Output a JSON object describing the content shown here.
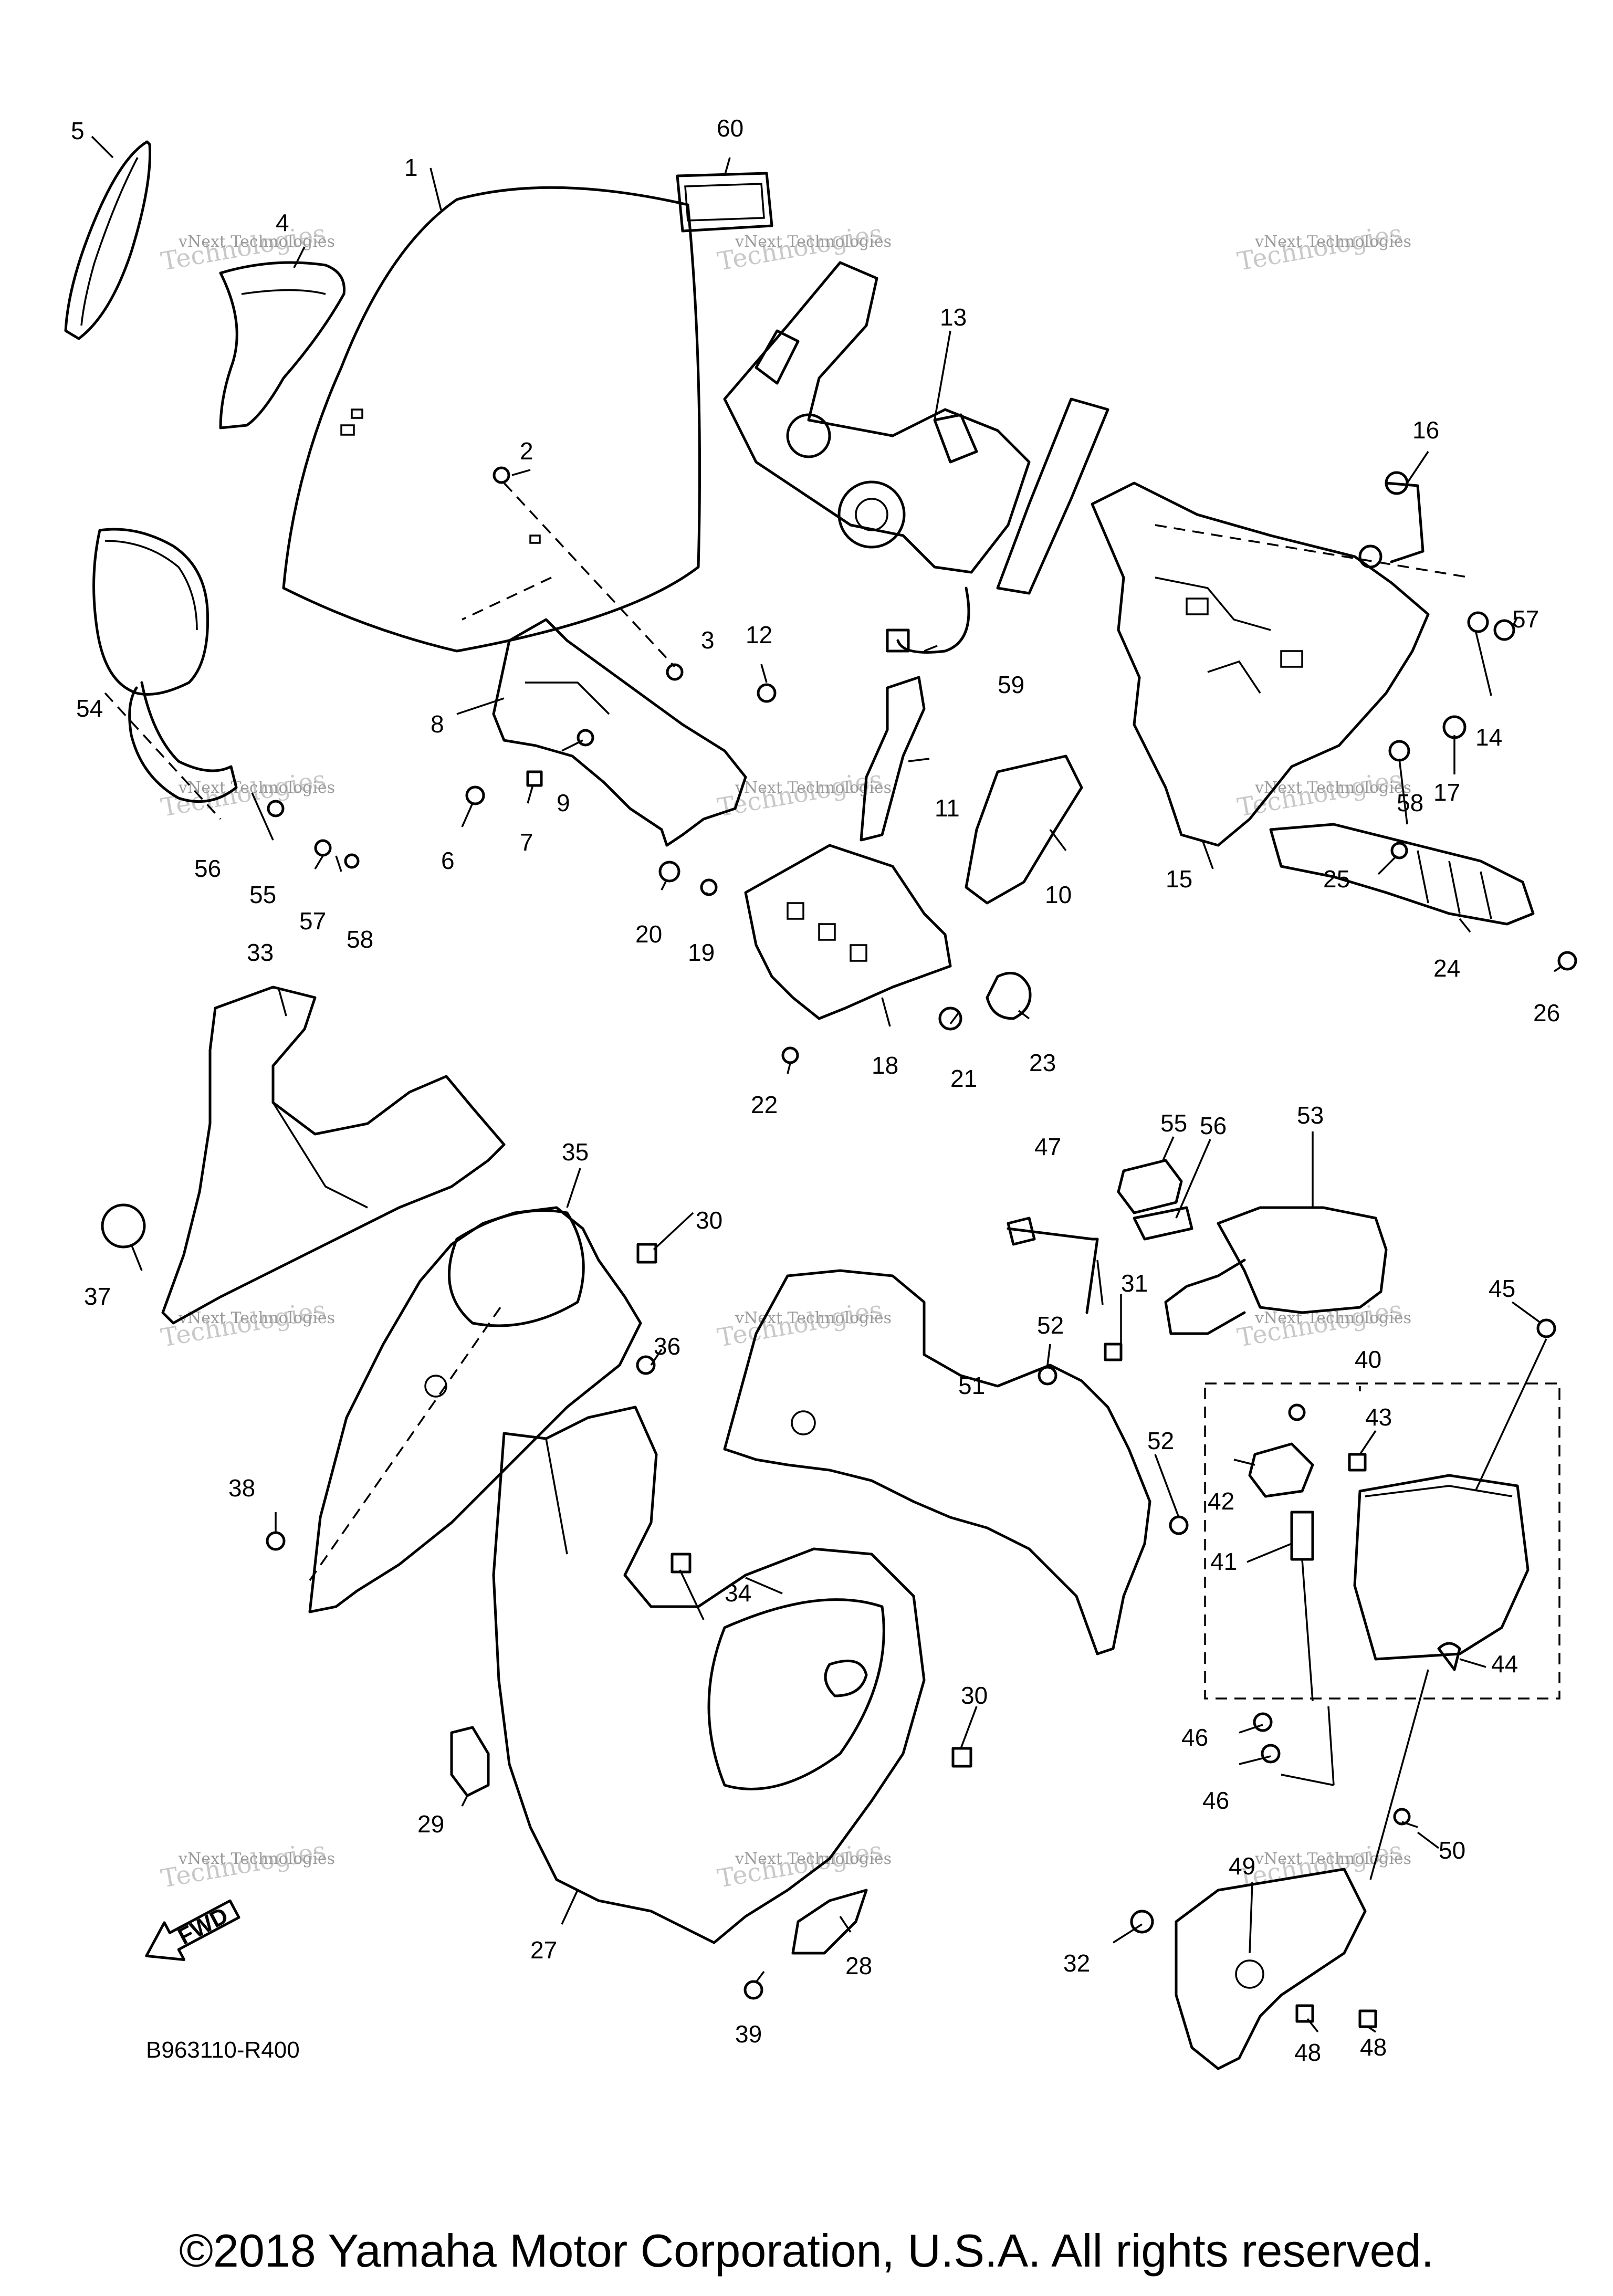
{
  "diagram": {
    "code": "B963110-R400",
    "copyright": "©2018 Yamaha Motor Corporation, U.S.A. All rights reserved.",
    "fwd_label": "FWD",
    "watermark": {
      "line1": "vNext Technologies",
      "line2": "Technologies"
    },
    "callouts": [
      "1",
      "2",
      "3",
      "4",
      "5",
      "6",
      "7",
      "8",
      "9",
      "10",
      "11",
      "12",
      "13",
      "14",
      "15",
      "16",
      "17",
      "18",
      "19",
      "20",
      "21",
      "22",
      "23",
      "24",
      "25",
      "26",
      "27",
      "28",
      "29",
      "30",
      "30",
      "31",
      "32",
      "33",
      "34",
      "35",
      "36",
      "37",
      "38",
      "39",
      "40",
      "41",
      "42",
      "43",
      "44",
      "45",
      "46",
      "46",
      "47",
      "48",
      "48",
      "49",
      "50",
      "51",
      "52",
      "52",
      "53",
      "54",
      "55",
      "55",
      "56",
      "56",
      "57",
      "57",
      "58",
      "58",
      "59",
      "60"
    ],
    "colors": {
      "line": "#000000",
      "background": "#ffffff",
      "watermark": "#9a9a9a"
    }
  }
}
